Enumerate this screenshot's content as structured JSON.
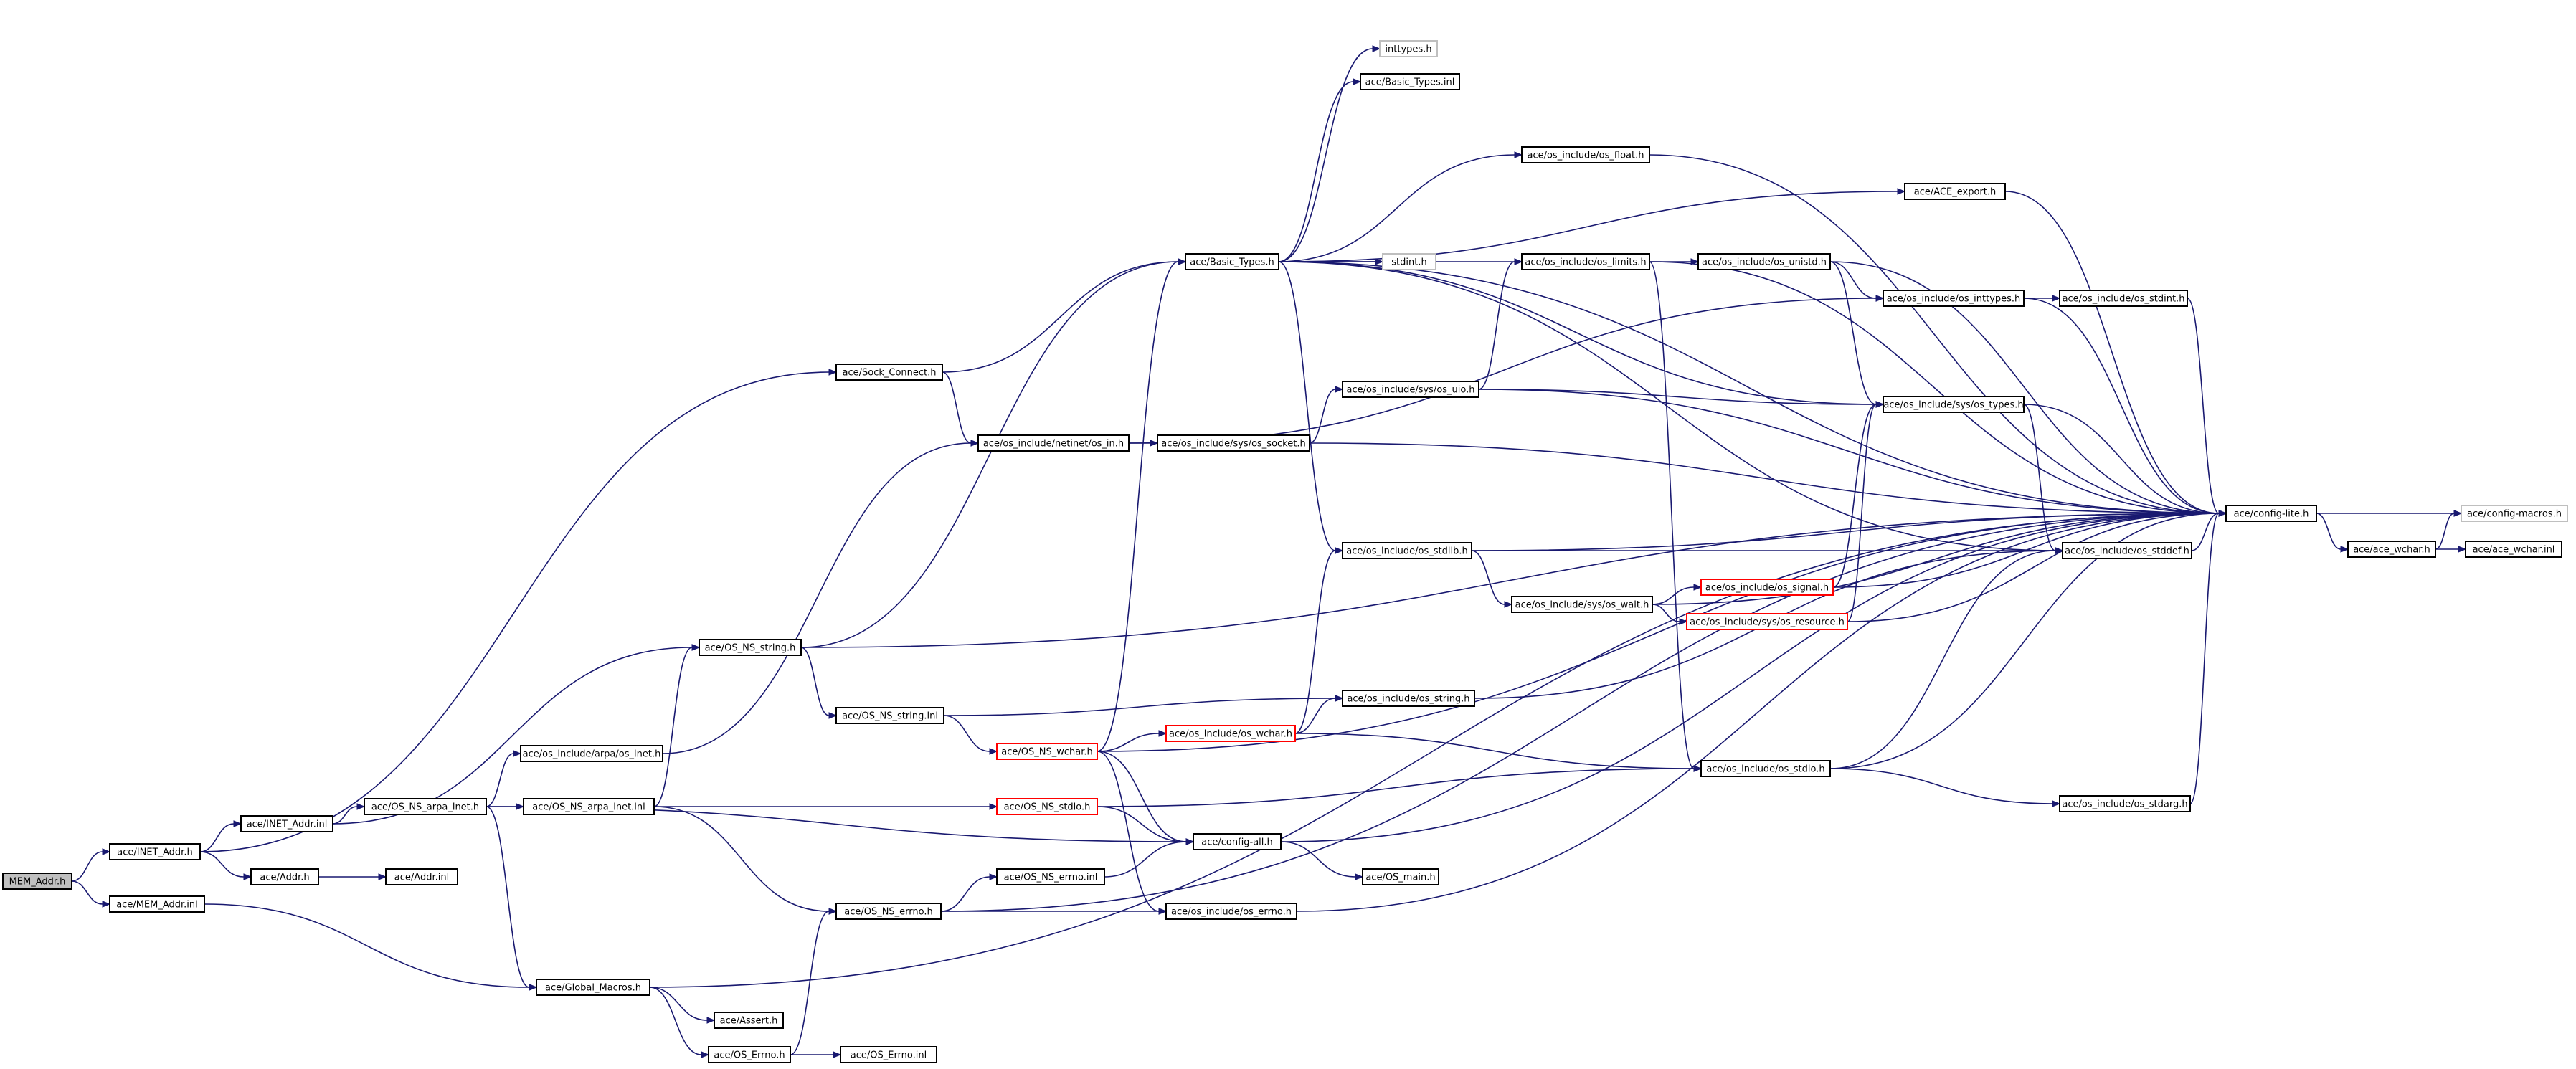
{
  "graph": {
    "nodes": [
      {
        "id": "mem_addr_h",
        "label": "MEM_Addr.h",
        "style": "root"
      },
      {
        "id": "inet_addr_h",
        "label": "ace/INET_Addr.h",
        "style": "normal"
      },
      {
        "id": "mem_addr_inl",
        "label": "ace/MEM_Addr.inl",
        "style": "normal"
      },
      {
        "id": "inet_addr_inl",
        "label": "ace/INET_Addr.inl",
        "style": "normal"
      },
      {
        "id": "addr_h",
        "label": "ace/Addr.h",
        "style": "normal"
      },
      {
        "id": "addr_inl",
        "label": "ace/Addr.inl",
        "style": "normal"
      },
      {
        "id": "os_ns_arpa_inet_h",
        "label": "ace/OS_NS_arpa_inet.h",
        "style": "normal"
      },
      {
        "id": "os_ns_arpa_inet_inl",
        "label": "ace/OS_NS_arpa_inet.inl",
        "style": "normal"
      },
      {
        "id": "arpa_os_inet_h",
        "label": "ace/os_include/arpa/os_inet.h",
        "style": "normal"
      },
      {
        "id": "os_ns_string_h",
        "label": "ace/OS_NS_string.h",
        "style": "normal"
      },
      {
        "id": "os_ns_string_inl",
        "label": "ace/OS_NS_string.inl",
        "style": "normal"
      },
      {
        "id": "global_macros_h",
        "label": "ace/Global_Macros.h",
        "style": "normal"
      },
      {
        "id": "assert_h",
        "label": "ace/Assert.h",
        "style": "normal"
      },
      {
        "id": "os_errno_h",
        "label": "ace/OS_Errno.h",
        "style": "normal"
      },
      {
        "id": "os_errno_inl",
        "label": "ace/OS_Errno.inl",
        "style": "normal"
      },
      {
        "id": "sock_connect_h",
        "label": "ace/Sock_Connect.h",
        "style": "normal"
      },
      {
        "id": "netinet_os_in_h",
        "label": "ace/os_include/netinet/os_in.h",
        "style": "normal"
      },
      {
        "id": "sys_os_socket_h",
        "label": "ace/os_include/sys/os_socket.h",
        "style": "normal"
      },
      {
        "id": "basic_types_h",
        "label": "ace/Basic_Types.h",
        "style": "normal"
      },
      {
        "id": "inttypes_h",
        "label": "inttypes.h",
        "style": "light"
      },
      {
        "id": "basic_types_inl",
        "label": "ace/Basic_Types.inl",
        "style": "normal"
      },
      {
        "id": "stdint_h",
        "label": "stdint.h",
        "style": "light"
      },
      {
        "id": "os_float_h",
        "label": "ace/os_include/os_float.h",
        "style": "normal"
      },
      {
        "id": "ace_export_h",
        "label": "ace/ACE_export.h",
        "style": "normal"
      },
      {
        "id": "os_limits_h",
        "label": "ace/os_include/os_limits.h",
        "style": "normal"
      },
      {
        "id": "os_unistd_h",
        "label": "ace/os_include/os_unistd.h",
        "style": "normal"
      },
      {
        "id": "os_inttypes_h",
        "label": "ace/os_include/os_inttypes.h",
        "style": "normal"
      },
      {
        "id": "os_stdint_h",
        "label": "ace/os_include/os_stdint.h",
        "style": "normal"
      },
      {
        "id": "sys_os_uio_h",
        "label": "ace/os_include/sys/os_uio.h",
        "style": "normal"
      },
      {
        "id": "sys_os_types_h",
        "label": "ace/os_include/sys/os_types.h",
        "style": "normal"
      },
      {
        "id": "os_stdlib_h",
        "label": "ace/os_include/os_stdlib.h",
        "style": "normal"
      },
      {
        "id": "os_stddef_h",
        "label": "ace/os_include/os_stddef.h",
        "style": "normal"
      },
      {
        "id": "config_lite_h",
        "label": "ace/config-lite.h",
        "style": "normal"
      },
      {
        "id": "config_macros_h",
        "label": "ace/config-macros.h",
        "style": "light"
      },
      {
        "id": "ace_wchar_h",
        "label": "ace/ace_wchar.h",
        "style": "normal"
      },
      {
        "id": "ace_wchar_inl",
        "label": "ace/ace_wchar.inl",
        "style": "normal"
      },
      {
        "id": "sys_os_wait_h",
        "label": "ace/os_include/sys/os_wait.h",
        "style": "normal"
      },
      {
        "id": "os_signal_h",
        "label": "ace/os_include/os_signal.h",
        "style": "red"
      },
      {
        "id": "sys_os_resource_h",
        "label": "ace/os_include/sys/os_resource.h",
        "style": "red"
      },
      {
        "id": "os_string_h",
        "label": "ace/os_include/os_string.h",
        "style": "normal"
      },
      {
        "id": "os_ns_wchar_h",
        "label": "ace/OS_NS_wchar.h",
        "style": "red"
      },
      {
        "id": "os_wchar_h",
        "label": "ace/os_include/os_wchar.h",
        "style": "red"
      },
      {
        "id": "os_stdio_h",
        "label": "ace/os_include/os_stdio.h",
        "style": "normal"
      },
      {
        "id": "os_stdarg_h",
        "label": "ace/os_include/os_stdarg.h",
        "style": "normal"
      },
      {
        "id": "os_ns_stdio_h",
        "label": "ace/OS_NS_stdio.h",
        "style": "red"
      },
      {
        "id": "config_all_h",
        "label": "ace/config-all.h",
        "style": "normal"
      },
      {
        "id": "os_main_h",
        "label": "ace/OS_main.h",
        "style": "normal"
      },
      {
        "id": "os_ns_errno_inl",
        "label": "ace/OS_NS_errno.inl",
        "style": "normal"
      },
      {
        "id": "os_ns_errno_h",
        "label": "ace/OS_NS_errno.h",
        "style": "normal"
      },
      {
        "id": "os_errno_inc_h",
        "label": "ace/os_include/os_errno.h",
        "style": "normal"
      }
    ],
    "edges": [
      [
        "mem_addr_h",
        "inet_addr_h"
      ],
      [
        "mem_addr_h",
        "mem_addr_inl"
      ],
      [
        "inet_addr_h",
        "inet_addr_inl"
      ],
      [
        "inet_addr_h",
        "addr_h"
      ],
      [
        "inet_addr_h",
        "sock_connect_h"
      ],
      [
        "mem_addr_inl",
        "global_macros_h"
      ],
      [
        "addr_h",
        "addr_inl"
      ],
      [
        "inet_addr_inl",
        "os_ns_arpa_inet_h"
      ],
      [
        "inet_addr_inl",
        "os_ns_string_h"
      ],
      [
        "os_ns_arpa_inet_h",
        "os_ns_arpa_inet_inl"
      ],
      [
        "os_ns_arpa_inet_h",
        "arpa_os_inet_h"
      ],
      [
        "os_ns_arpa_inet_h",
        "global_macros_h"
      ],
      [
        "os_ns_arpa_inet_h",
        "config_all_h"
      ],
      [
        "os_ns_arpa_inet_inl",
        "os_ns_string_h"
      ],
      [
        "os_ns_arpa_inet_inl",
        "os_ns_stdio_h"
      ],
      [
        "os_ns_arpa_inet_inl",
        "os_ns_errno_h"
      ],
      [
        "arpa_os_inet_h",
        "netinet_os_in_h"
      ],
      [
        "os_ns_string_h",
        "os_ns_string_inl"
      ],
      [
        "os_ns_string_h",
        "basic_types_h"
      ],
      [
        "os_ns_string_h",
        "config_lite_h"
      ],
      [
        "os_ns_string_inl",
        "os_string_h"
      ],
      [
        "os_ns_string_inl",
        "os_ns_wchar_h"
      ],
      [
        "global_macros_h",
        "assert_h"
      ],
      [
        "global_macros_h",
        "os_errno_h"
      ],
      [
        "global_macros_h",
        "config_lite_h"
      ],
      [
        "os_errno_h",
        "os_errno_inl"
      ],
      [
        "os_errno_h",
        "os_ns_errno_h"
      ],
      [
        "sock_connect_h",
        "basic_types_h"
      ],
      [
        "sock_connect_h",
        "netinet_os_in_h"
      ],
      [
        "netinet_os_in_h",
        "sys_os_socket_h"
      ],
      [
        "netinet_os_in_h",
        "os_inttypes_h"
      ],
      [
        "sys_os_socket_h",
        "sys_os_uio_h"
      ],
      [
        "sys_os_socket_h",
        "config_lite_h"
      ],
      [
        "basic_types_h",
        "inttypes_h"
      ],
      [
        "basic_types_h",
        "basic_types_inl"
      ],
      [
        "basic_types_h",
        "stdint_h"
      ],
      [
        "basic_types_h",
        "os_float_h"
      ],
      [
        "basic_types_h",
        "ace_export_h"
      ],
      [
        "basic_types_h",
        "os_limits_h"
      ],
      [
        "basic_types_h",
        "sys_os_types_h"
      ],
      [
        "basic_types_h",
        "os_stdlib_h"
      ],
      [
        "basic_types_h",
        "os_stddef_h"
      ],
      [
        "basic_types_h",
        "config_lite_h"
      ],
      [
        "os_float_h",
        "config_lite_h"
      ],
      [
        "ace_export_h",
        "config_lite_h"
      ],
      [
        "os_limits_h",
        "os_unistd_h"
      ],
      [
        "os_limits_h",
        "os_stdio_h"
      ],
      [
        "os_limits_h",
        "config_lite_h"
      ],
      [
        "os_unistd_h",
        "os_inttypes_h"
      ],
      [
        "os_unistd_h",
        "sys_os_types_h"
      ],
      [
        "os_unistd_h",
        "config_lite_h"
      ],
      [
        "os_inttypes_h",
        "os_stdint_h"
      ],
      [
        "os_inttypes_h",
        "config_lite_h"
      ],
      [
        "os_stdint_h",
        "config_lite_h"
      ],
      [
        "sys_os_uio_h",
        "os_limits_h"
      ],
      [
        "sys_os_uio_h",
        "sys_os_types_h"
      ],
      [
        "sys_os_uio_h",
        "config_lite_h"
      ],
      [
        "sys_os_types_h",
        "os_stddef_h"
      ],
      [
        "sys_os_types_h",
        "config_lite_h"
      ],
      [
        "os_stdlib_h",
        "sys_os_wait_h"
      ],
      [
        "os_stdlib_h",
        "os_stddef_h"
      ],
      [
        "os_stdlib_h",
        "config_lite_h"
      ],
      [
        "os_stddef_h",
        "config_lite_h"
      ],
      [
        "config_lite_h",
        "config_macros_h"
      ],
      [
        "config_lite_h",
        "ace_wchar_h"
      ],
      [
        "ace_wchar_h",
        "config_macros_h"
      ],
      [
        "ace_wchar_h",
        "ace_wchar_inl"
      ],
      [
        "sys_os_wait_h",
        "os_signal_h"
      ],
      [
        "sys_os_wait_h",
        "sys_os_resource_h"
      ],
      [
        "sys_os_wait_h",
        "config_lite_h"
      ],
      [
        "os_signal_h",
        "sys_os_types_h"
      ],
      [
        "os_signal_h",
        "config_lite_h"
      ],
      [
        "sys_os_resource_h",
        "sys_os_types_h"
      ],
      [
        "sys_os_resource_h",
        "config_lite_h"
      ],
      [
        "os_string_h",
        "os_stddef_h"
      ],
      [
        "os_ns_wchar_h",
        "basic_types_h"
      ],
      [
        "os_ns_wchar_h",
        "os_wchar_h"
      ],
      [
        "os_ns_wchar_h",
        "config_all_h"
      ],
      [
        "os_ns_wchar_h",
        "os_errno_inc_h"
      ],
      [
        "os_ns_wchar_h",
        "config_lite_h"
      ],
      [
        "os_wchar_h",
        "os_stdlib_h"
      ],
      [
        "os_wchar_h",
        "os_string_h"
      ],
      [
        "os_wchar_h",
        "os_stdio_h"
      ],
      [
        "os_stdio_h",
        "os_stdarg_h"
      ],
      [
        "os_stdio_h",
        "os_stddef_h"
      ],
      [
        "os_stdio_h",
        "config_lite_h"
      ],
      [
        "os_stdarg_h",
        "config_lite_h"
      ],
      [
        "os_ns_stdio_h",
        "os_stdio_h"
      ],
      [
        "os_ns_stdio_h",
        "config_all_h"
      ],
      [
        "config_all_h",
        "os_main_h"
      ],
      [
        "config_all_h",
        "config_lite_h"
      ],
      [
        "os_ns_errno_h",
        "os_ns_errno_inl"
      ],
      [
        "os_ns_errno_h",
        "os_errno_inc_h"
      ],
      [
        "os_ns_errno_h",
        "config_lite_h"
      ],
      [
        "os_ns_errno_inl",
        "config_all_h"
      ],
      [
        "os_errno_inc_h",
        "config_lite_h"
      ]
    ]
  }
}
